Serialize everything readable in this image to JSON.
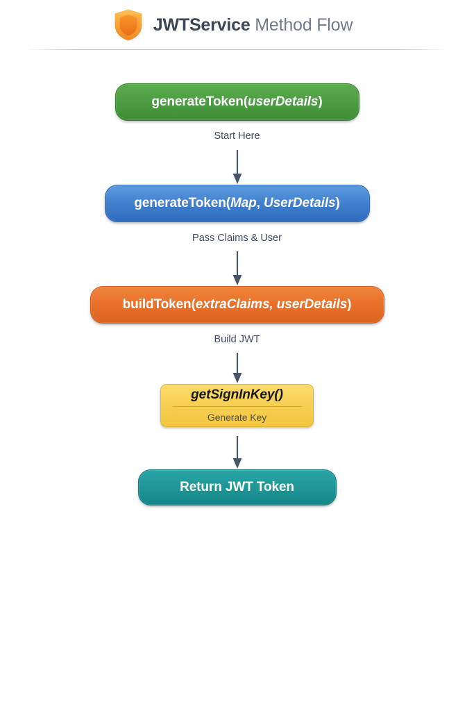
{
  "header": {
    "icon": "shield-icon",
    "title_strong": "JWTService",
    "title_light": "Method Flow",
    "title_full": "JWTService Method Flow",
    "colors": {
      "title_strong": "#3a4556",
      "title_light": "#707b8c",
      "rule": "#afb6c0",
      "shield_light": "#fbb040",
      "shield_dark": "#ef7f1a"
    }
  },
  "diagram": {
    "type": "flowchart",
    "direction": "top-to-bottom",
    "background": "#ffffff",
    "arrow_color": "#4a5569",
    "nodes": [
      {
        "id": "generate-token-user-details",
        "shape": "rounded-pill",
        "color": "#4d9f43",
        "color_name": "green",
        "text_parts": [
          {
            "text": "generateToken",
            "style": "bold"
          },
          {
            "text": "(",
            "style": "bold"
          },
          {
            "text": "userDetails",
            "style": "bold-italic"
          },
          {
            "text": ")",
            "style": "bold"
          }
        ],
        "text_plain": "generateToken(userDetails)",
        "sublabel": null
      },
      {
        "id": "generate-token-map-user-details",
        "shape": "rounded-pill",
        "color": "#4281cf",
        "color_name": "blue",
        "text_parts": [
          {
            "text": "generateToken",
            "style": "bold"
          },
          {
            "text": "(",
            "style": "bold"
          },
          {
            "text": "Map",
            "style": "bold-italic"
          },
          {
            "text": ", ",
            "style": "bold"
          },
          {
            "text": "UserDetails",
            "style": "bold-italic"
          },
          {
            "text": ")",
            "style": "bold"
          }
        ],
        "text_plain": "generateToken(Map, UserDetails)",
        "sublabel": null
      },
      {
        "id": "build-token",
        "shape": "rounded-pill",
        "color": "#e9712a",
        "color_name": "orange",
        "text_parts": [
          {
            "text": "buildToken",
            "style": "bold"
          },
          {
            "text": "(",
            "style": "bold"
          },
          {
            "text": "extraClaims, userDetails",
            "style": "bold-italic"
          },
          {
            "text": ")",
            "style": "bold"
          }
        ],
        "text_plain": "buildToken(extraClaims, userDetails)",
        "sublabel": null
      },
      {
        "id": "get-sign-in-key",
        "shape": "rounded-rect",
        "color": "#f7d155",
        "color_name": "yellow",
        "text_parts": [
          {
            "text": "getSignInKey()",
            "style": "bold-italic"
          }
        ],
        "text_plain": "getSignInKey()",
        "sublabel": "Generate Key"
      },
      {
        "id": "return-jwt-token",
        "shape": "rounded-pill",
        "color": "#1f9799",
        "color_name": "teal",
        "text_parts": [
          {
            "text": "Return JWT Token",
            "style": "bold"
          }
        ],
        "text_plain": "Return JWT Token",
        "sublabel": null
      }
    ],
    "edges": [
      {
        "id": "edge-start-here",
        "from": "generate-token-user-details",
        "to": "generate-token-map-user-details",
        "label": "Start Here"
      },
      {
        "id": "edge-pass-claims",
        "from": "generate-token-map-user-details",
        "to": "build-token",
        "label": "Pass Claims & User"
      },
      {
        "id": "edge-build-jwt",
        "from": "build-token",
        "to": "get-sign-in-key",
        "label": "Build JWT"
      },
      {
        "id": "edge-return",
        "from": "get-sign-in-key",
        "to": "return-jwt-token",
        "label": ""
      }
    ]
  }
}
